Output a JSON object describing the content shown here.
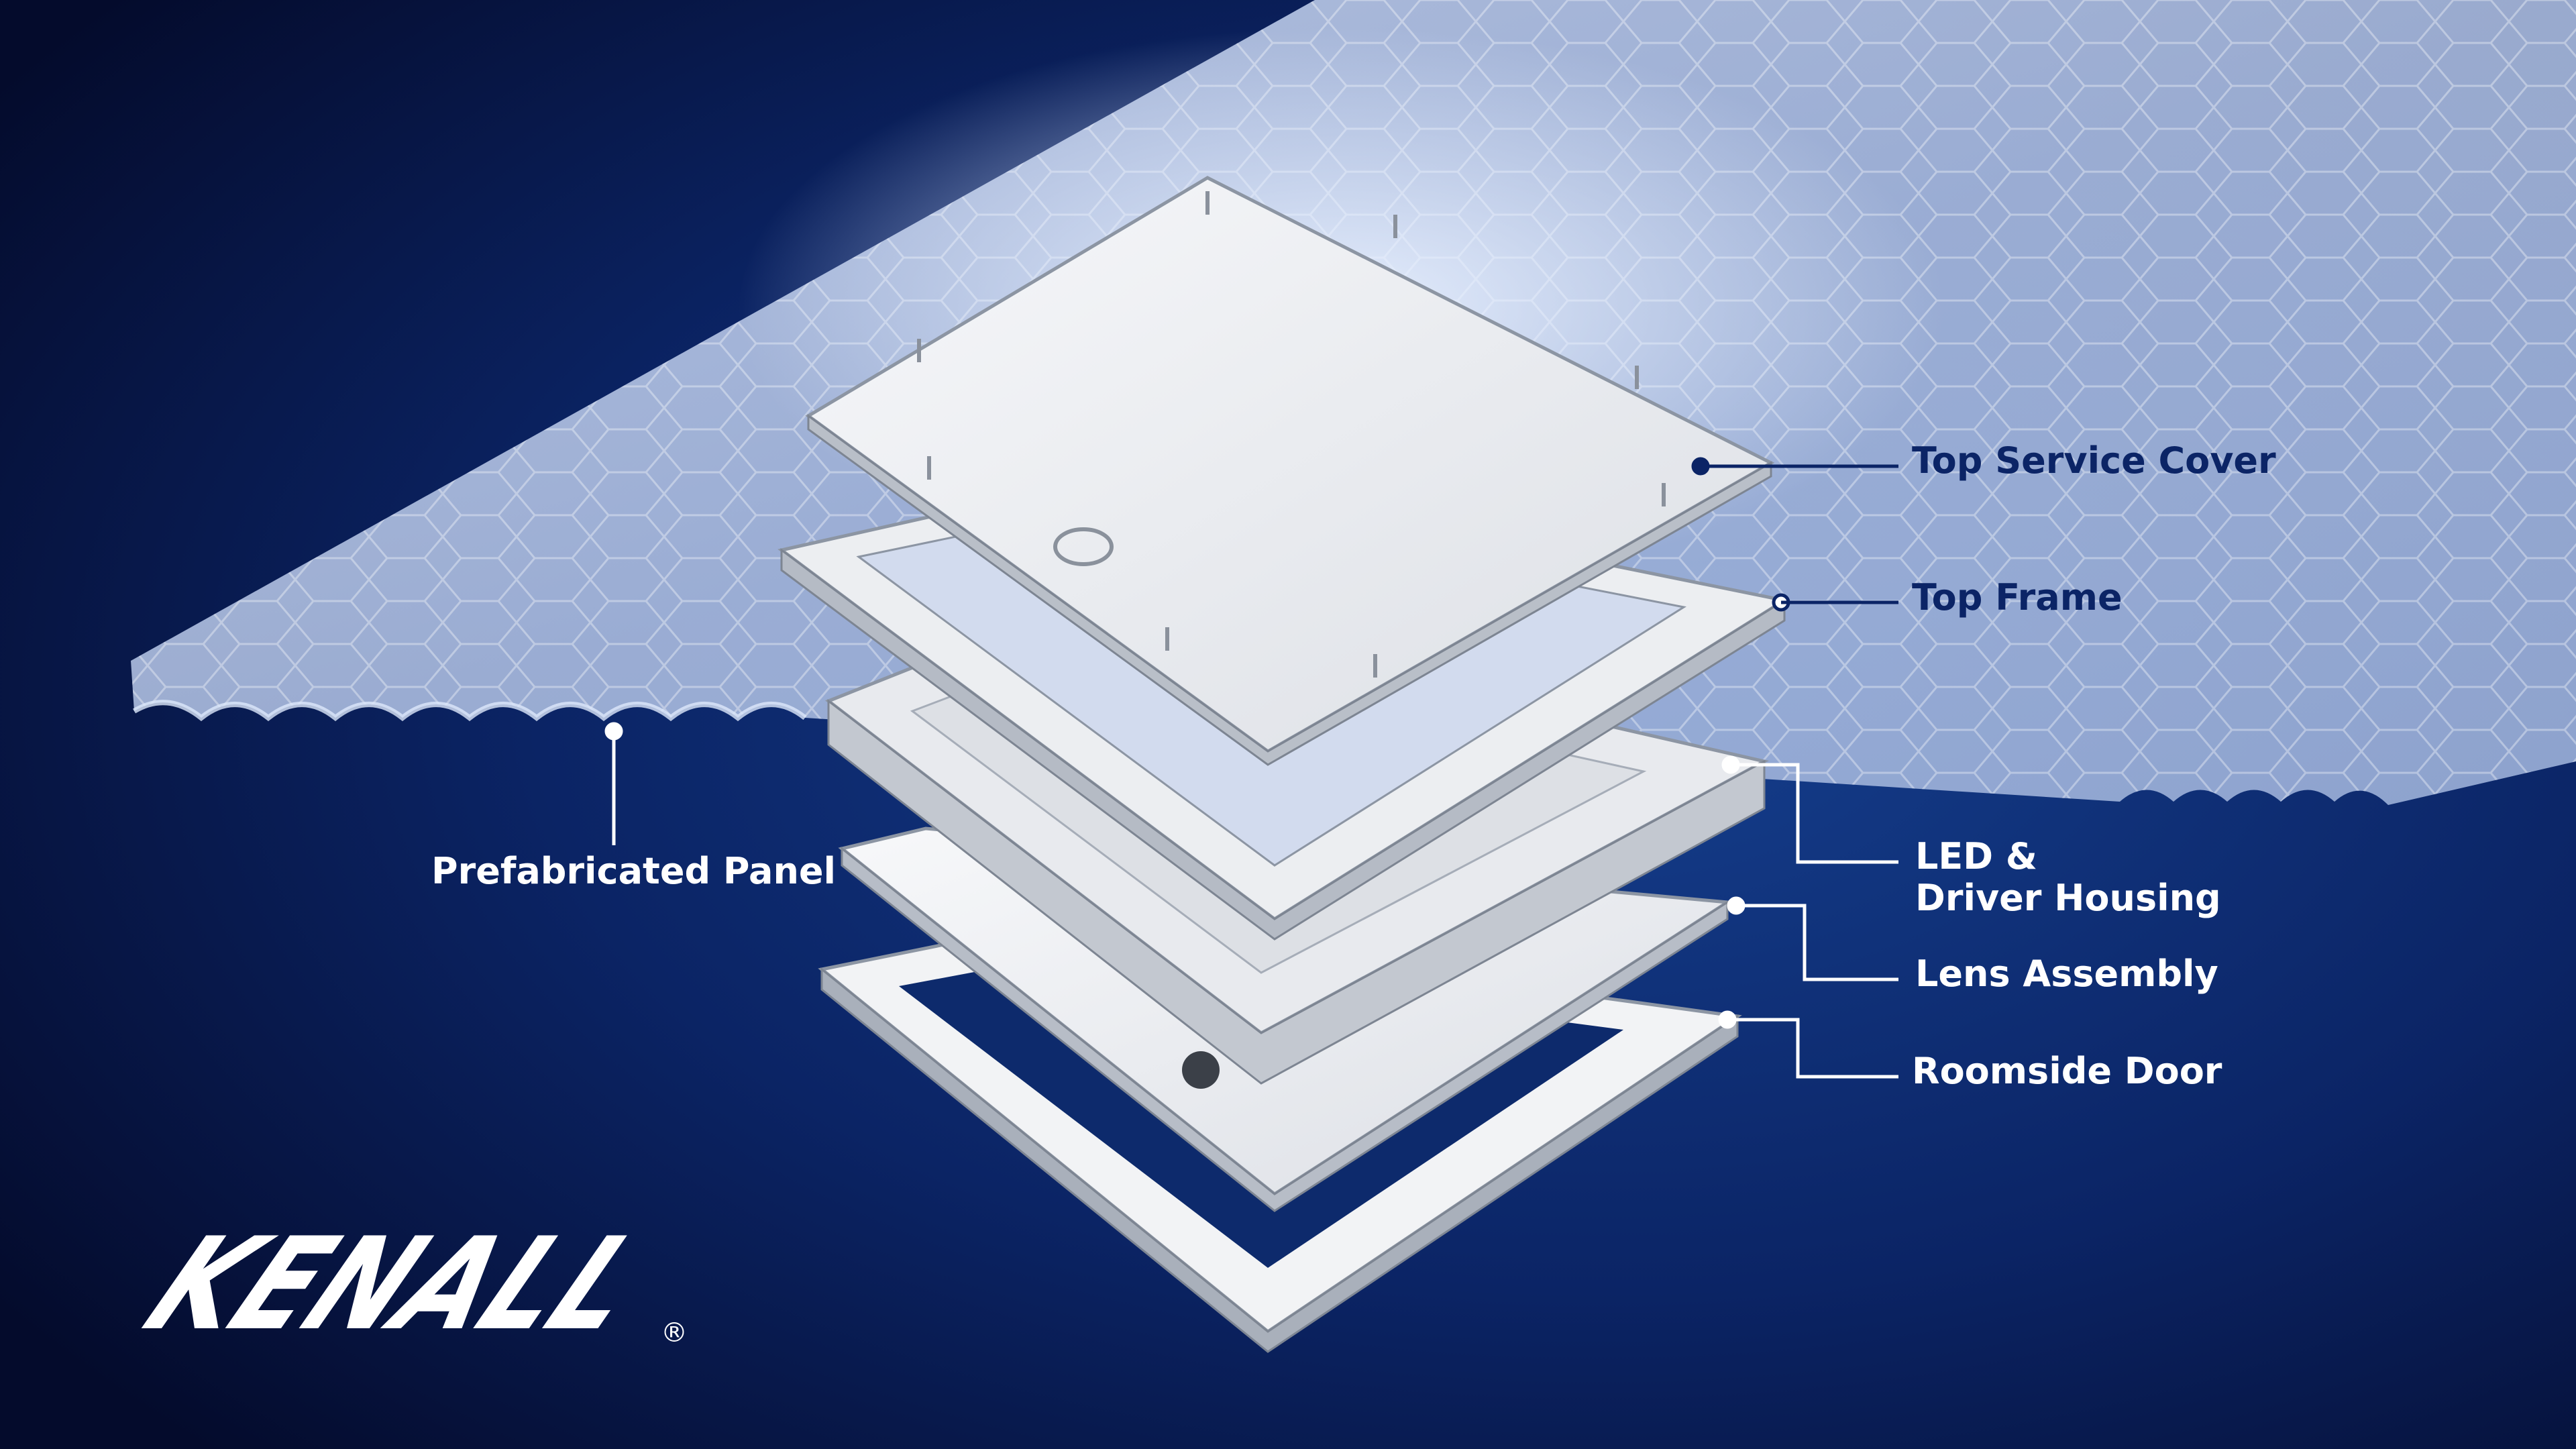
{
  "labels": {
    "top_service_cover": "Top Service Cover",
    "top_frame": "Top Frame",
    "led_driver_housing": "LED &\nDriver Housing",
    "lens_assembly": "Lens Assembly",
    "roomside_door": "Roomside Door",
    "prefabricated_panel": "Prefabricated Panel"
  },
  "brand": {
    "logo_text": "KENALL",
    "registered_mark": "®"
  },
  "colors": {
    "background_center": "#123a86",
    "background_edge": "#040b2c",
    "panel_fill": "#b9c9e8",
    "part_fill": "#eef0f3",
    "part_edge": "#9aa3b1",
    "label_dark": "#0b2466",
    "label_light": "#ffffff"
  }
}
